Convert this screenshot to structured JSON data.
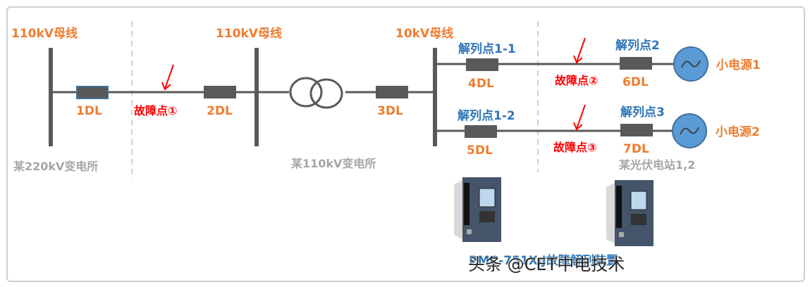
{
  "buses": {
    "bus_220_side": "110kV母线",
    "bus_110": "110kV母线",
    "bus_10": "10kV母线"
  },
  "breakers": {
    "b1": "1DL",
    "b2": "2DL",
    "b3": "3DL",
    "b4": "4DL",
    "b5": "5DL",
    "b6": "6DL",
    "b7": "7DL"
  },
  "split_points": {
    "p1_1": "解列点1-1",
    "p1_2": "解列点1-2",
    "p2": "解列点2",
    "p3": "解列点3"
  },
  "fault_points": {
    "f1": "故障点①",
    "f2": "故障点②",
    "f3": "故障点③"
  },
  "sources": {
    "s1": "小电源1",
    "s2": "小电源2"
  },
  "stations": {
    "st220": "某220kV变电所",
    "st110": "某110kV变电所",
    "pv": "某光伏电站1,2"
  },
  "device_caption": "PMC-751X-J故障解列装置",
  "watermark": "头条 @CET中电技术",
  "colors": {
    "bus_line": "#595959",
    "orange": "#ed7d31",
    "blue": "#2e75b6",
    "red": "#ff0000",
    "gray": "#a6a6a6",
    "source_fill": "#5b9bd5"
  }
}
